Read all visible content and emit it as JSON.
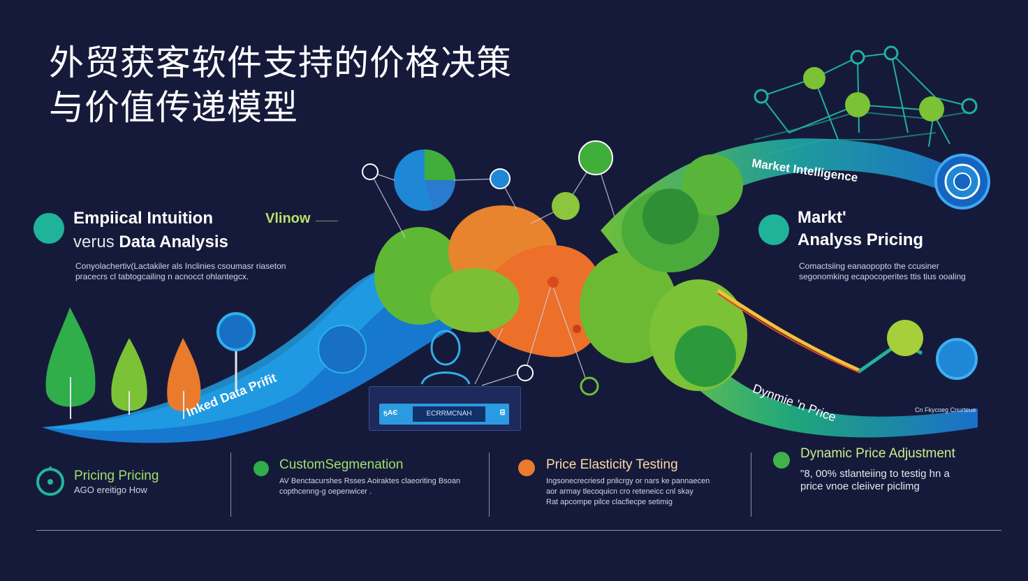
{
  "title": {
    "line1": "外贸获客软件支持的价格决策",
    "line2": "与价值传递模型"
  },
  "left_heading": {
    "line1": "Empiical Intuition",
    "line2_light": "verus ",
    "line2_bold": "Data Analysis"
  },
  "left_desc": {
    "line1": "Conyolachertiv(Lactakiler als Inclinies csoumasr riaseton",
    "line2": "pracecrs cl tabtogcailing n acnocct ohlantegcx."
  },
  "vlabel": "Vlinow",
  "right_heading": {
    "line1": "Markt'",
    "line2": "Analyss Pricing"
  },
  "right_desc": {
    "line1": "Comactsiing eanaopopto the ccusiner",
    "line2": "segonomking ecapocoperites ttis tius ooaling"
  },
  "flow_labels": {
    "left": "Inked Data Prifit",
    "top": "Market Intelligence",
    "right": "Dynmie 'n Price",
    "small": "Cn Fkycoeg Cnurteue"
  },
  "panel": {
    "left": "ӄАЄ",
    "label": "ECRRMCNAH",
    "right": "ᗺ"
  },
  "bottom": [
    {
      "title": "Pricing Pricing",
      "sub": "AGO ereitigo How",
      "color": "#1fb89a"
    },
    {
      "title": "CustomSegmenation",
      "sub1": "AV Benctacurshes Rsses Aoiraktes claeoriting Bsoan",
      "sub2": "copthcenng-g oepenwicer .",
      "color": "#2fae4a"
    },
    {
      "title": "Price Elasticity Testing",
      "sub1": "Ingsonecrecriesd pnlicrgy or nars ke pannaecen",
      "sub2": "aor armay tlecoquicn cro reteneicc cnl skay",
      "sub3": "Rat apcompe pilce clacfiecpe setimig",
      "color": "#e97a2e"
    },
    {
      "title": "Dynamic Price Adjustment",
      "sub1": "\"8, 00% stlanteiing to testig hn a",
      "sub2": "price vnoe cleiiver piclimg",
      "color": "#3fb24a"
    }
  ],
  "colors": {
    "background": "#161a3a",
    "blue": "#1e88d6",
    "green": "#6cc13a",
    "orange": "#ea7a2c",
    "teal": "#1fb39a"
  }
}
